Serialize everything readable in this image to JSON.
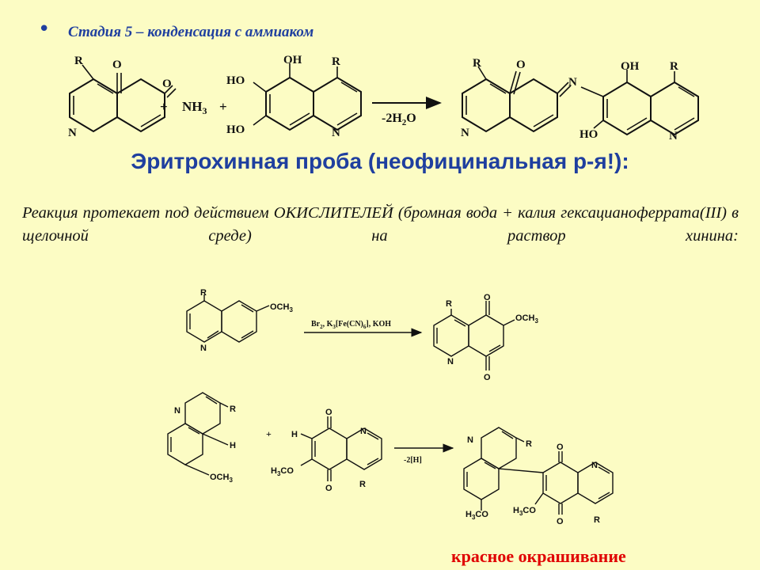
{
  "header": {
    "bullet": "•",
    "stage_title": "Стадия 5 – конденсация с аммиаком"
  },
  "test": {
    "title": "Эритрохинная проба (неофицинальная р-я!):",
    "description": "Реакция протекает под действием ОКИСЛИТЕЛЕЙ (бромная вода + калия гексацианоферрата(III) в щелочной среде) на раствор хинина:"
  },
  "scheme_1": {
    "plus": "+",
    "reagent": "NH",
    "reagent_sub": "3",
    "arrow_condition": "-2H",
    "arrow_condition_sub": "2",
    "arrow_condition_end": "O"
  },
  "scheme_2": {
    "conditions_a": "Br",
    "conditions_sub1": "2",
    "conditions_b": ", K",
    "conditions_sub2": "3",
    "conditions_c": "[Fe(CN)",
    "conditions_sub3": "6",
    "conditions_d": "], KOH"
  },
  "scheme_3": {
    "plus": "+",
    "arrow_condition": "-2[H]"
  },
  "result_label": "красное окрашивание",
  "colors": {
    "background": "#FCFCC4",
    "heading": "#1F3F9F",
    "result": "#E00000"
  }
}
